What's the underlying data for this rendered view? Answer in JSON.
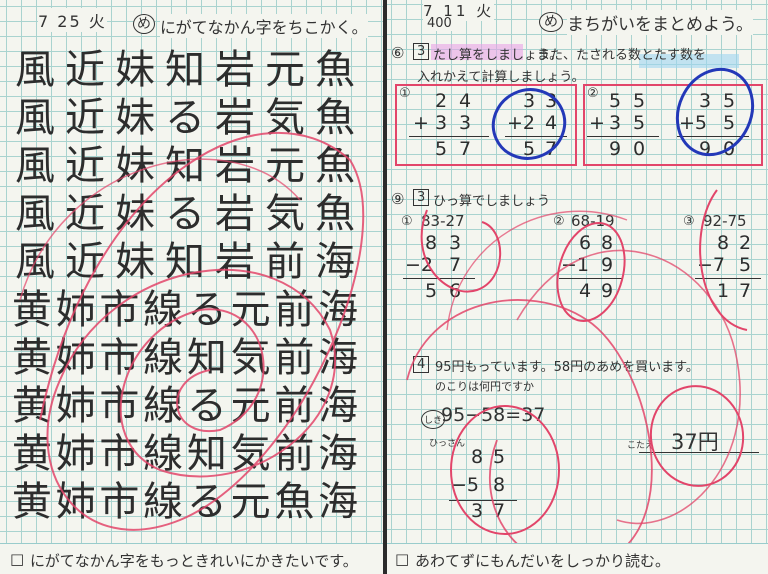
{
  "left_page": {
    "date": "7  25  火",
    "heading_icon": "め",
    "heading": "にがてなかん字をちこかく。",
    "kanji_rows": [
      [
        "風",
        "近",
        "妹",
        "知",
        "岩",
        "元",
        "魚"
      ],
      [
        "風",
        "近",
        "妹",
        "る",
        "岩",
        "気",
        "魚"
      ],
      [
        "風",
        "近",
        "妹",
        "知",
        "岩",
        "元",
        "魚"
      ],
      [
        "風",
        "近",
        "妹",
        "る",
        "岩",
        "気",
        "魚"
      ],
      [
        "風",
        "近",
        "妹",
        "知",
        "岩",
        "前",
        "海"
      ],
      [
        "黄",
        "姉",
        "市",
        "線",
        "る",
        "元",
        "前",
        "海"
      ],
      [
        "黄",
        "姉",
        "市",
        "線",
        "知",
        "気",
        "前",
        "海"
      ],
      [
        "黄",
        "姉",
        "市",
        "線",
        "る",
        "元",
        "前",
        "海"
      ],
      [
        "黄",
        "姉",
        "市",
        "線",
        "知",
        "気",
        "前",
        "海"
      ],
      [
        "黄",
        "姉",
        "市",
        "線",
        "る",
        "元",
        "魚",
        "海"
      ]
    ],
    "footer_mark": "□",
    "footer": "にがてなかん字をもっときれいにかきたいです。"
  },
  "right_page": {
    "date": "7  11  火",
    "page_num": "400",
    "heading_icon": "め",
    "heading": "まちがいをまとめよう。",
    "problem6": {
      "num": "⑥",
      "box": "3",
      "instruction_a": "たし算をしましょう。",
      "instruction_b": "また、たされる数とたす数を",
      "instruction_c": "入れかえて計算しましょう。",
      "p1_label": "①",
      "p1_top": [
        "2",
        "4"
      ],
      "p1_op": "+",
      "p1_mid": [
        "3",
        "3"
      ],
      "p1_ans": [
        "5",
        "7"
      ],
      "p1b_top": [
        "3",
        "3"
      ],
      "p1b_mid": [
        "+2",
        "4"
      ],
      "p1b_ans": [
        "5",
        "7"
      ],
      "p2_label": "②",
      "p2_top": [
        "5",
        "5"
      ],
      "p2_op": "+",
      "p2_mid": [
        "3",
        "5"
      ],
      "p2_ans": [
        "9",
        "0"
      ],
      "p2b_top": [
        "3",
        "5"
      ],
      "p2b_mid": [
        "+5",
        "5"
      ],
      "p2b_ans": [
        "9",
        "0"
      ]
    },
    "problem9": {
      "num": "⑨",
      "box": "3",
      "instruction": "ひっ算でしましょう",
      "a_label": "①",
      "a_expr": "83-27",
      "a_top": [
        "8",
        "3"
      ],
      "a_mid": [
        "−2",
        "7"
      ],
      "a_ans": [
        "5",
        "6"
      ],
      "b_label": "②",
      "b_expr": "68-19",
      "b_top": [
        "6",
        "8"
      ],
      "b_mid": [
        "−1",
        "9"
      ],
      "b_ans": [
        "4",
        "9"
      ],
      "c_label": "③",
      "c_expr": "92-75",
      "c_top": [
        "8",
        "2"
      ],
      "c_mid": [
        "−7",
        "5"
      ],
      "c_ans": [
        "1",
        "7"
      ]
    },
    "problem4": {
      "box": "4",
      "text_a": "95円もっています。58円のあめを買います。",
      "text_b": "のこりは何円ですか",
      "formula_label": "しき",
      "formula": "95−58=37",
      "hissan_label": "ひっさん",
      "h_top": [
        "8",
        "5"
      ],
      "h_mid": [
        "−5",
        "8"
      ],
      "h_ans": [
        "3",
        "7"
      ],
      "answer_label": "こたえ",
      "answer": "37円"
    },
    "footer_mark": "□",
    "footer": "あわてずにもんだいをしっかり読む。"
  },
  "colors": {
    "paper": "#f4f5ef",
    "grid": "#a9d3cf",
    "red_ink": "#e2456a",
    "blue_ink": "#2338b8",
    "highlight_pink": "#e7a3e6",
    "highlight_blue": "#9fd6f0",
    "pencil": "#2d2d2d"
  }
}
